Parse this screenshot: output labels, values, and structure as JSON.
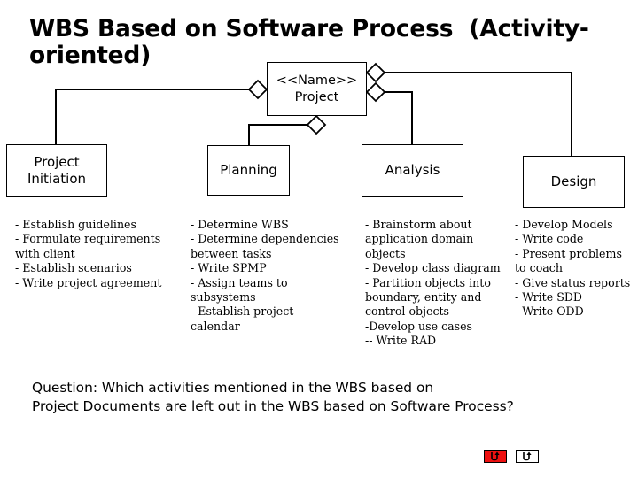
{
  "slide": {
    "title": "WBS Based on Software Process  (Activity-\noriented)",
    "background": "#ffffff",
    "ink": "#000000"
  },
  "diagram": {
    "type": "wbs-tree",
    "root": {
      "name": "root-node",
      "line1": "<<Name>>",
      "line2": "Project"
    },
    "children": [
      {
        "name": "node-project-initiation",
        "label": "Project\nInitiation"
      },
      {
        "name": "node-planning",
        "label": "Planning"
      },
      {
        "name": "node-analysis",
        "label": "Analysis"
      },
      {
        "name": "node-design",
        "label": "Design"
      }
    ],
    "connector_style": "aggregation-diamond",
    "diamond_count": 4
  },
  "columns": [
    {
      "name": "column-project-initiation",
      "heading_ref": "Project Initiation",
      "items_text": "- Establish guidelines\n- Formulate requirements\n   with client\n- Establish scenarios\n- Write project agreement"
    },
    {
      "name": "column-planning",
      "heading_ref": "Planning",
      "items_text": "- Determine WBS\n- Determine dependencies\n   between tasks\n- Write SPMP\n- Assign teams to\n    subsystems\n- Establish project\n    calendar"
    },
    {
      "name": "column-analysis",
      "heading_ref": "Analysis",
      "items_text": "- Brainstorm about\n   application domain\n   objects\n- Develop class diagram\n- Partition objects into\n    boundary, entity and\n    control objects\n-Develop use cases\n-- Write RAD"
    },
    {
      "name": "column-design",
      "heading_ref": "Design",
      "items_text": "- Develop Models\n- Write code\n- Present problems\n   to coach\n- Give status reports\n- Write SDD\n- Write ODD"
    }
  ],
  "question": {
    "text": "Question: Which activities mentioned in the WBS based on\nProject Documents are left out in the WBS based on Software Process?"
  },
  "nav": {
    "back_icon": "return-arrow-icon",
    "back_color": "#ee1111",
    "home_icon": "return-arrow-icon",
    "home_color": "#ffffff"
  }
}
